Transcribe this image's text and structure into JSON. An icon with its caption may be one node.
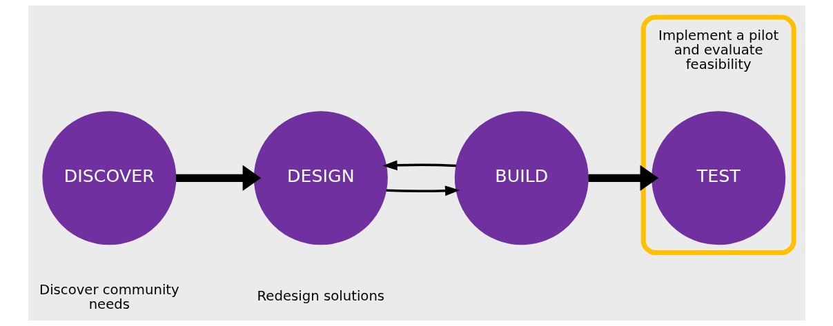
{
  "diagram": {
    "nodes": [
      {
        "text": [
          "DISCOVER"
        ],
        "beside": [
          "Discover community needs"
        ]
      },
      {
        "text": [
          "DESIGN"
        ]
      },
      {
        "text": [
          "BUILD"
        ]
      },
      {
        "text": [],
        "shape": "ellipse"
      },
      {
        "text": [
          "TEST"
        ],
        "in": 3,
        "beside": [
          "Implement a pilot and evaluate feasibility"
        ]
      }
    ],
    "edges": [
      {
        "from": 0,
        "to": 1,
        "arrow": "to",
        "style": "thick"
      },
      {
        "from": 2,
        "to": 1,
        "arrow": "to"
      },
      {
        "from": 1,
        "to": 2,
        "arrow": "to"
      },
      {
        "from": 2,
        "to": 4,
        "arrow": "to",
        "style": "thick"
      }
    ],
    "labels": [
      "Redesign solutions"
    ]
  }
}
